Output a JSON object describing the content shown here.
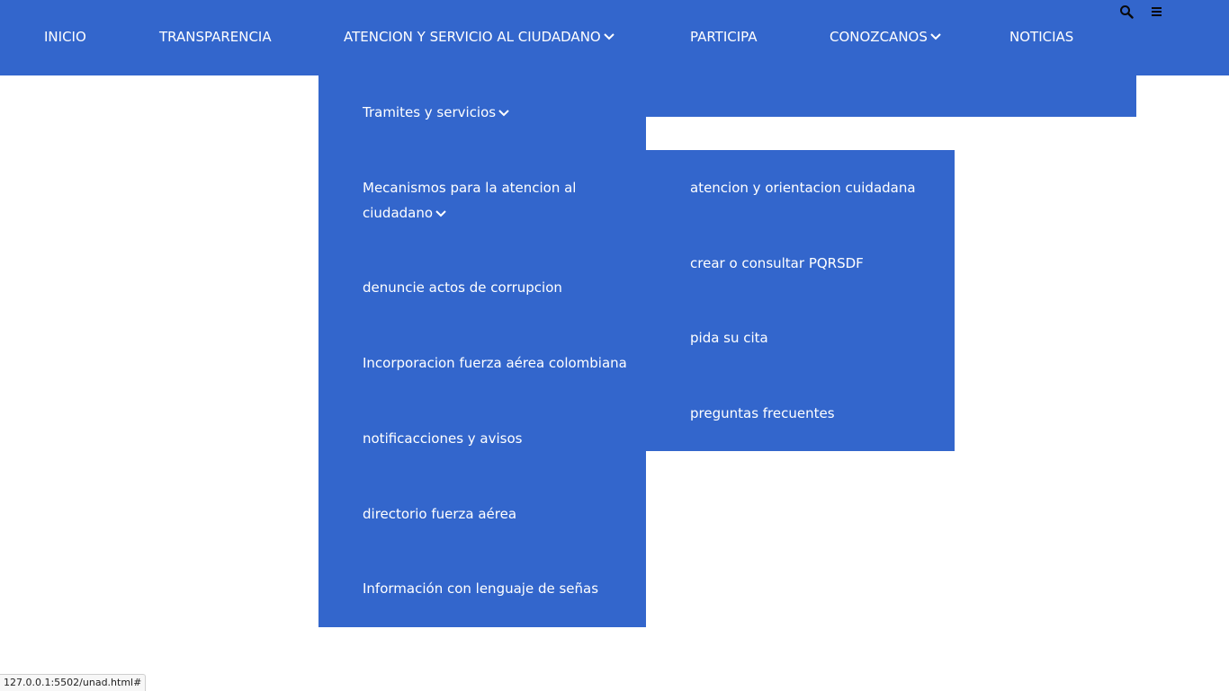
{
  "nav": {
    "items": [
      {
        "label": "INICIO"
      },
      {
        "label": "TRANSPARENCIA"
      },
      {
        "label": "ATENCION Y SERVICIO AL CIUDADANO"
      },
      {
        "label": "PARTICIPA"
      },
      {
        "label": "CONOZCANOS"
      },
      {
        "label": "NOTICIAS"
      }
    ],
    "icons": {
      "search": "search-icon",
      "menu": "hamburger-menu-icon"
    }
  },
  "dropdown": {
    "items": [
      {
        "label": "Tramites y servicios"
      },
      {
        "label_line1": "Mecanismos para la atencion al",
        "label_line2": "ciudadano"
      },
      {
        "label": "denuncie actos de corrupcion"
      },
      {
        "label": "Incorporacion fuerza aérea colombiana"
      },
      {
        "label": "notificacciones y avisos"
      },
      {
        "label": "directorio fuerza aérea"
      },
      {
        "label": "Información con lenguaje de señas"
      }
    ]
  },
  "submenu": {
    "items": [
      {
        "label": "atencion y orientacion cuidadana"
      },
      {
        "label": "crear o consultar PQRSDF"
      },
      {
        "label": "pida su cita"
      },
      {
        "label": "preguntas frecuentes"
      }
    ]
  },
  "status": {
    "url": "127.0.0.1:5502/unad.html#"
  },
  "colors": {
    "accent": "#3366cc",
    "text": "#ffffff",
    "background": "#ffffff"
  }
}
